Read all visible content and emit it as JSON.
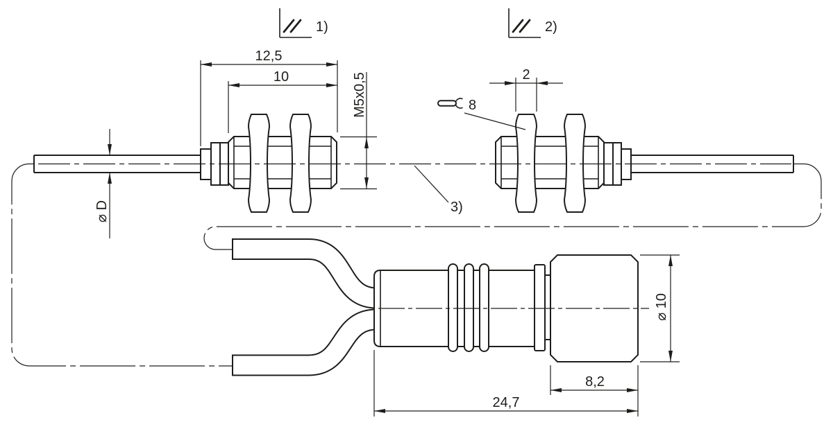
{
  "colors": {
    "line": "#1d1d1b",
    "background": "#ffffff"
  },
  "sensor_left": {
    "dim_housing_length": "12,5",
    "dim_thread_length": "10",
    "dim_thread": "M5x0,5",
    "dim_cable_diameter": "⌀ D",
    "surface_note": "1)"
  },
  "sensor_right": {
    "dim_nut_width": "2",
    "wrench_size": "8",
    "surface_note": "2)",
    "cable_note": "3)"
  },
  "connector": {
    "dim_diameter": "⌀ 10",
    "dim_cap_length": "8,2",
    "dim_total_length": "24,7"
  }
}
